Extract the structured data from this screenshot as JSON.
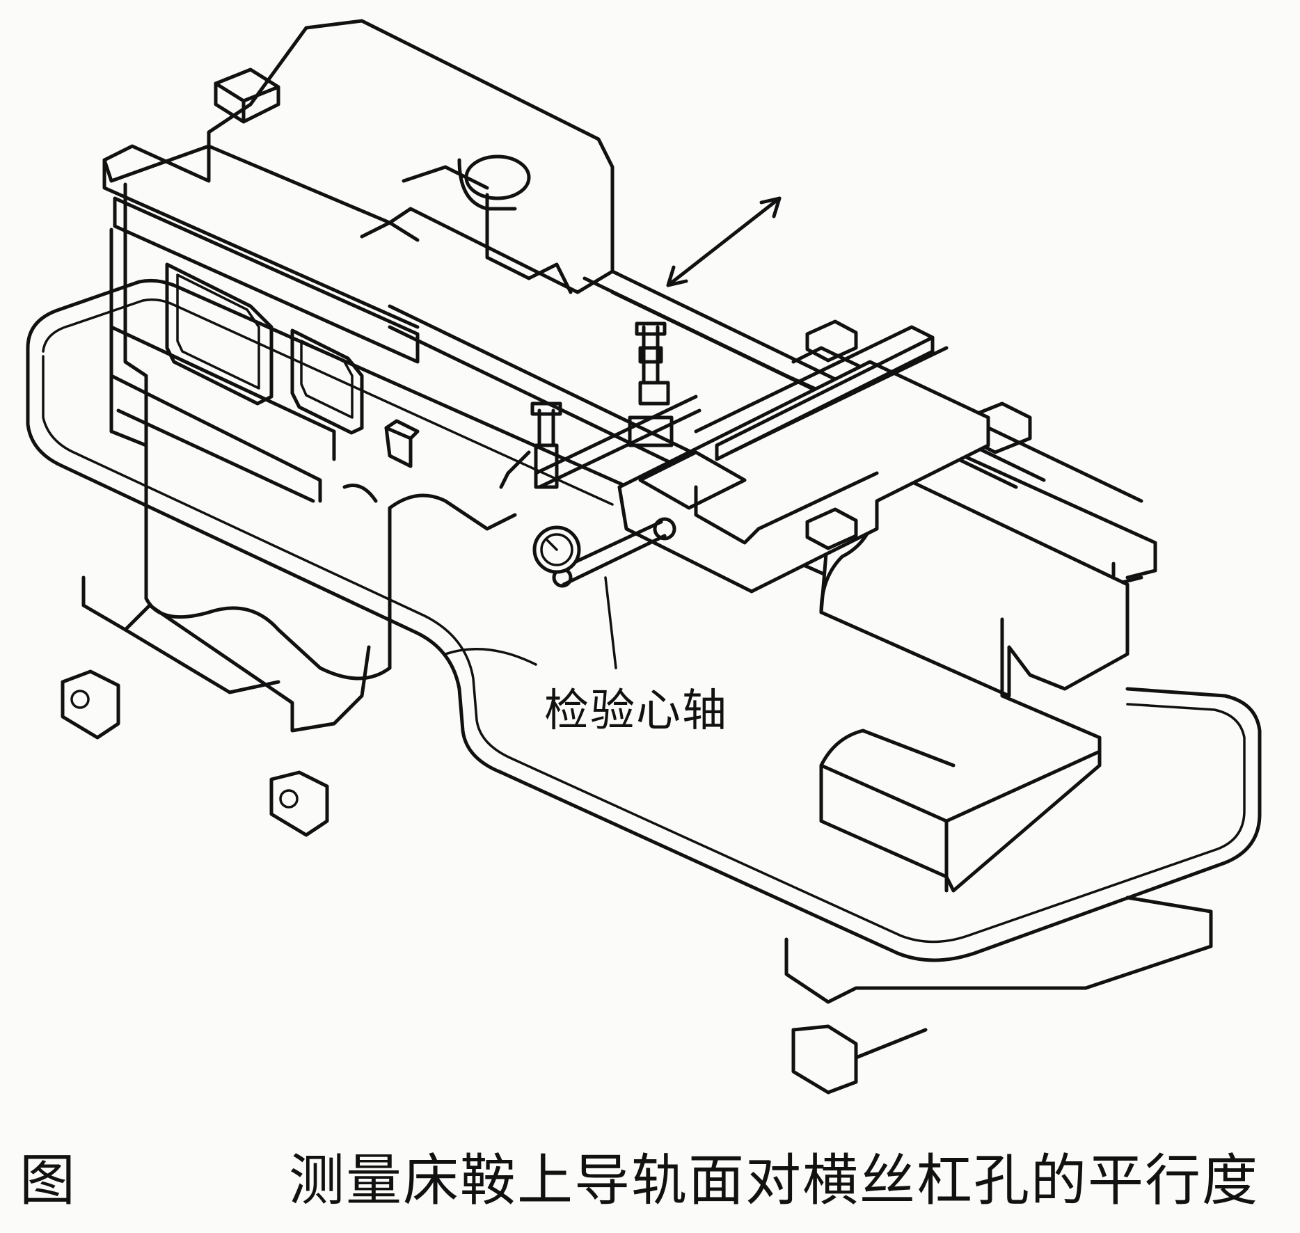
{
  "figure": {
    "label": "图",
    "caption": "测量床鞍上导轨面对横丝杠孔的平行度",
    "callout_label": "检验心轴"
  },
  "colors": {
    "ink": "#111111",
    "paper": "#fbfbf9"
  },
  "icons": [
    "double-arrow-icon",
    "dial-indicator-icon"
  ]
}
